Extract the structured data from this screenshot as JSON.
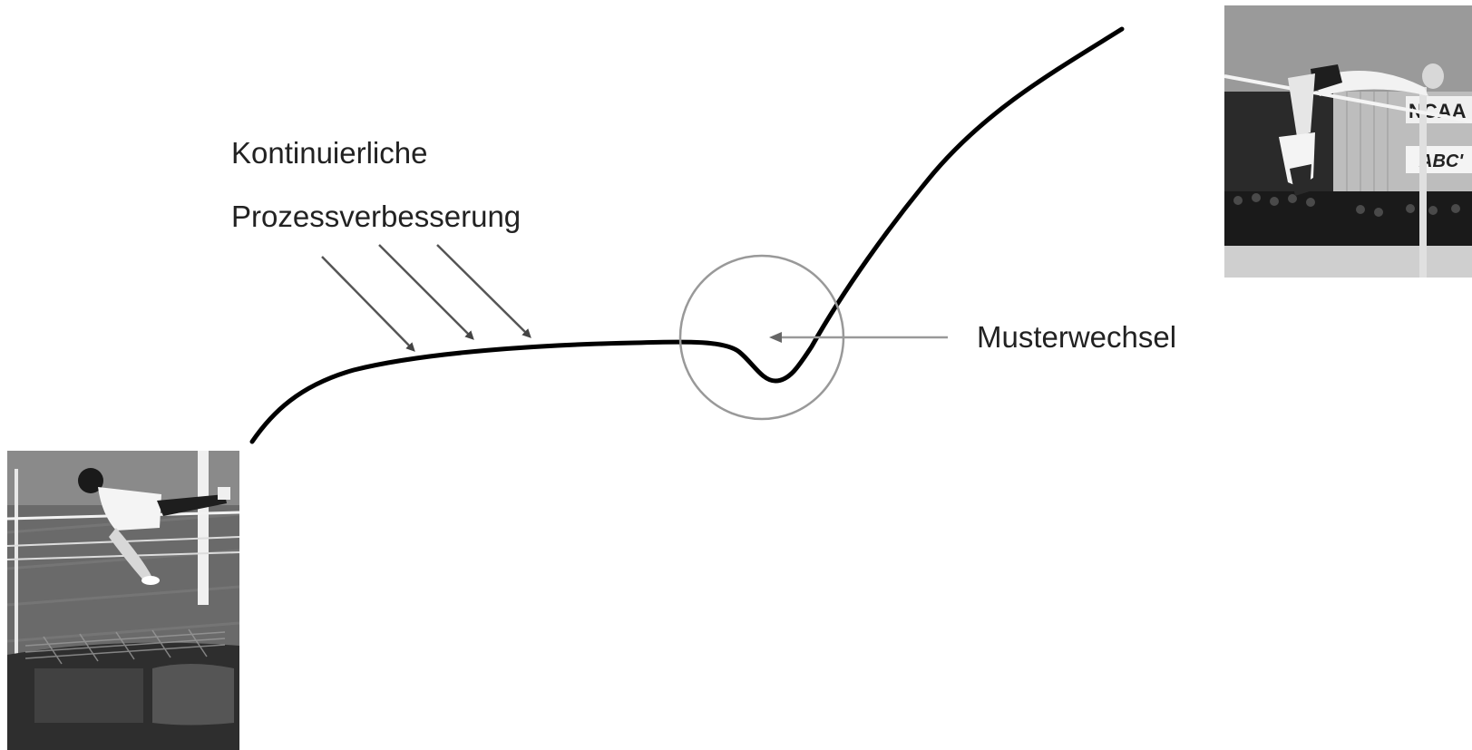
{
  "diagram": {
    "label_continuous_line1": "Kontinuierliche",
    "label_continuous_line2": "Prozessverbesserung",
    "label_pattern_change": "Musterwechsel"
  },
  "photos": {
    "left": {
      "icon": "high-jump-straddle-photo",
      "description": "Scissor-style high jump, black and white"
    },
    "right": {
      "icon": "high-jump-fosbury-photo",
      "sign_text_1": "NCAA I",
      "sign_text_2": "ABC'"
    }
  },
  "colors": {
    "curve": "#000000",
    "arrows": "#555555",
    "circle": "#999999",
    "text": "#222222"
  }
}
